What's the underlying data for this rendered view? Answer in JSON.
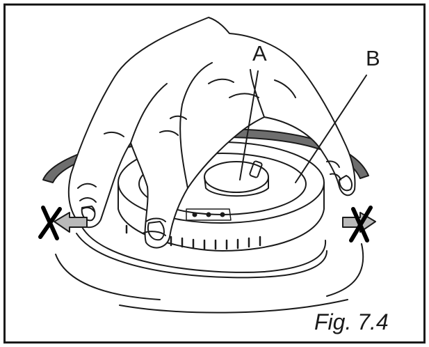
{
  "labels": {
    "a": "A",
    "b": "B"
  },
  "caption": "Fig. 7.4",
  "colors": {
    "outline": "#1a1a1a",
    "arrow_fill": "#b9b9b9",
    "ring_band": "#6e6e6e"
  },
  "markers": [
    "x-mark-left",
    "x-mark-right"
  ]
}
